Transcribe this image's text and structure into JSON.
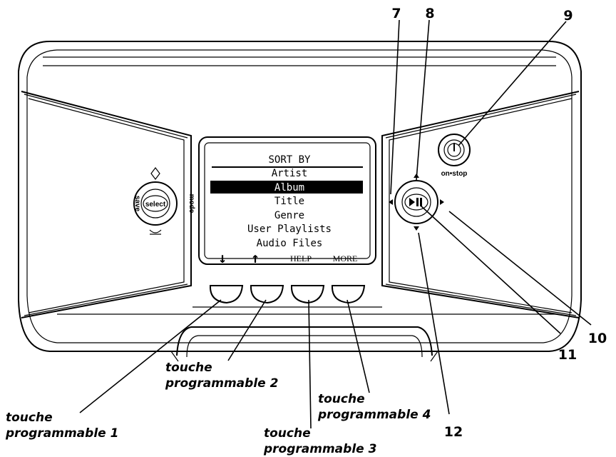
{
  "callouts": {
    "n7": "7",
    "n8": "8",
    "n9": "9",
    "n10": "10",
    "n11": "11",
    "n12": "12"
  },
  "device": {
    "left_button_label": "select",
    "left_side_top": "save",
    "left_side_right": "mode",
    "power_label": "on•stop"
  },
  "screen": {
    "header": "SORT BY",
    "items": [
      "Artist",
      "Album",
      "Title",
      "Genre",
      "User Playlists",
      "Audio Files"
    ],
    "softkeys": {
      "k1": "↓",
      "k2": "↑",
      "k3": "HELP",
      "k4": "MORE"
    }
  },
  "annotations": {
    "t1_line1": "touche",
    "t1_line2": "programmable 1",
    "t2_line1": "touche",
    "t2_line2": "programmable 2",
    "t3_line1": "touche",
    "t3_line2": "programmable 3",
    "t4_line1": "touche",
    "t4_line2": "programmable 4"
  }
}
